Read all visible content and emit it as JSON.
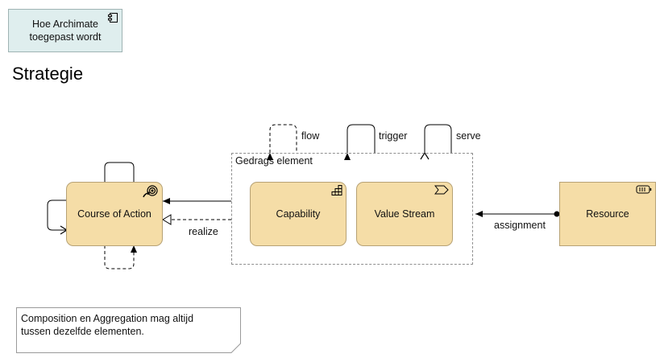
{
  "note_top": {
    "text_line1": "Hoe Archimate",
    "text_line2": "toegepast wordt",
    "icon": "component-icon"
  },
  "heading": "Strategie",
  "elements": {
    "course_of_action": {
      "label": "Course of Action",
      "icon": "course-of-action-icon"
    },
    "capability": {
      "label": "Capability",
      "icon": "capability-icon"
    },
    "value_stream": {
      "label": "Value Stream",
      "icon": "value-stream-icon"
    },
    "resource": {
      "label": "Resource",
      "icon": "resource-icon"
    }
  },
  "group": {
    "label": "Gedrags element"
  },
  "relations": {
    "flow": "flow",
    "trigger": "trigger",
    "serve": "serve",
    "realize": "realize",
    "assignment": "assignment"
  },
  "note_bottom": {
    "text_line1": "Composition en Aggregation mag altijd",
    "text_line2": "tussen dezelfde elementen."
  },
  "colors": {
    "element_fill": "#f5dda7",
    "note_fill": "#dfeeee",
    "line": "#000000",
    "group_border": "#8f8f8f"
  }
}
